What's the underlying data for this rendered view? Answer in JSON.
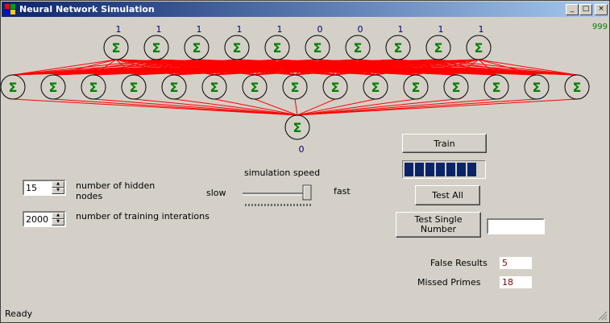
{
  "window": {
    "title": "Neural Network Simulation"
  },
  "title_buttons": {
    "minimize": "_",
    "maximize": "□",
    "close": "×"
  },
  "network": {
    "input_nodes": [
      1,
      1,
      1,
      1,
      1,
      0,
      0,
      1,
      1,
      1
    ],
    "hidden_count": 15,
    "output_value": "0",
    "node_symbol": "Σ",
    "counter": "999",
    "colors": {
      "connection": "#ff0000",
      "sigma": "#008000",
      "value": "#000080"
    }
  },
  "controls": {
    "hidden_nodes_value": "15",
    "hidden_nodes_label": "number of  hidden\nnodes",
    "iterations_value": "2000",
    "iterations_label": "number of training interations",
    "simulation_speed_label": "simulation speed",
    "slow_label": "slow",
    "fast_label": "fast",
    "speed_level": 0.95
  },
  "buttons": {
    "train": "Train",
    "test_all": "Test All",
    "test_single": "Test Single\nNumber"
  },
  "progress": {
    "filled_segments": 7,
    "total_segments": 7
  },
  "test_single_input": "",
  "results": {
    "false_results_label": "False Results",
    "false_results_value": "5",
    "missed_primes_label": "Missed Primes",
    "missed_primes_value": "18"
  },
  "status": "Ready"
}
